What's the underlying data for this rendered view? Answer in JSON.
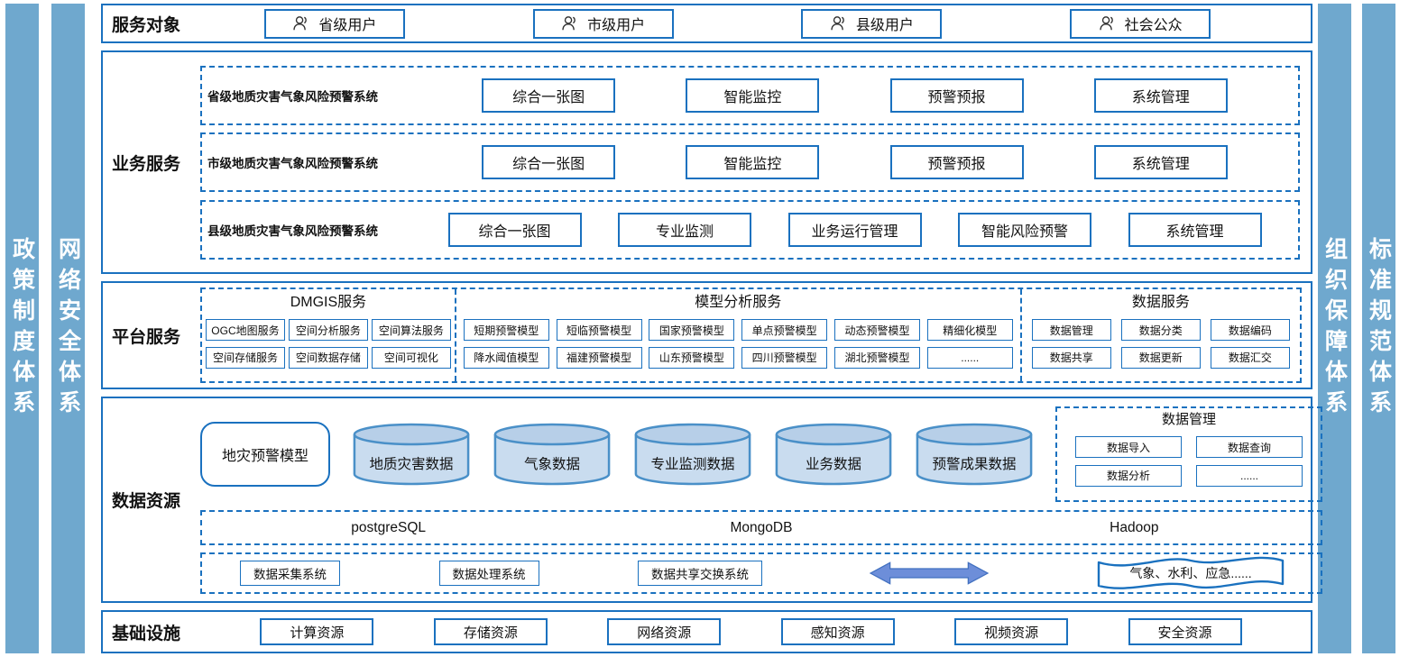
{
  "colors": {
    "accent_border": "#1a71bf",
    "sidebar_blue": "#6fa8ce",
    "cylinder_fill": "#c9dcef",
    "cylinder_top_fill": "#b7cfe8",
    "cylinder_stroke": "#4a90c8",
    "arrow_fill": "#6d8ed9"
  },
  "sidebars": {
    "left": [
      "政策制度体系",
      "网络安全体系"
    ],
    "right": [
      "组织保障体系",
      "标准规范体系"
    ]
  },
  "service_objects": {
    "title": "服务对象",
    "items": [
      "省级用户",
      "市级用户",
      "县级用户",
      "社会公众"
    ]
  },
  "business": {
    "title": "业务服务",
    "systems": [
      {
        "name": "省级地质灾害气象风险预警系统",
        "modules": [
          "综合一张图",
          "智能监控",
          "预警预报",
          "系统管理"
        ]
      },
      {
        "name": "市级地质灾害气象风险预警系统",
        "modules": [
          "综合一张图",
          "智能监控",
          "预警预报",
          "系统管理"
        ]
      },
      {
        "name": "县级地质灾害气象风险预警系统",
        "modules": [
          "综合一张图",
          "专业监测",
          "业务运行管理",
          "智能风险预警",
          "系统管理"
        ]
      }
    ]
  },
  "platform": {
    "title": "平台服务",
    "groups": [
      {
        "name": "DMGIS服务",
        "items": [
          "OGC地图服务",
          "空间分析服务",
          "空间算法服务",
          "空间存储服务",
          "空间数据存储",
          "空间可视化"
        ]
      },
      {
        "name": "模型分析服务",
        "items": [
          "短期预警模型",
          "短临预警模型",
          "国家预警模型",
          "单点预警模型",
          "动态预警模型",
          "精细化模型",
          "降水阈值模型",
          "福建预警模型",
          "山东预警模型",
          "四川预警模型",
          "湖北预警模型",
          "......"
        ]
      },
      {
        "name": "数据服务",
        "items": [
          "数据管理",
          "数据分类",
          "数据编码",
          "数据共享",
          "数据更新",
          "数据汇交"
        ]
      }
    ]
  },
  "data_resources": {
    "title": "数据资源",
    "model_box": "地灾预警模型",
    "cylinders": [
      "地质灾害数据",
      "气象数据",
      "专业监测数据",
      "业务数据",
      "预警成果数据"
    ],
    "data_mgmt": {
      "title": "数据管理",
      "items": [
        "数据导入",
        "数据查询",
        "数据分析",
        "......"
      ]
    },
    "databases": [
      "postgreSQL",
      "MongoDB",
      "Hadoop"
    ],
    "exchange": {
      "systems": [
        "数据采集系统",
        "数据处理系统",
        "数据共享交换系统"
      ],
      "external": "气象、水利、应急......"
    }
  },
  "infrastructure": {
    "title": "基础设施",
    "items": [
      "计算资源",
      "存储资源",
      "网络资源",
      "感知资源",
      "视频资源",
      "安全资源"
    ]
  }
}
